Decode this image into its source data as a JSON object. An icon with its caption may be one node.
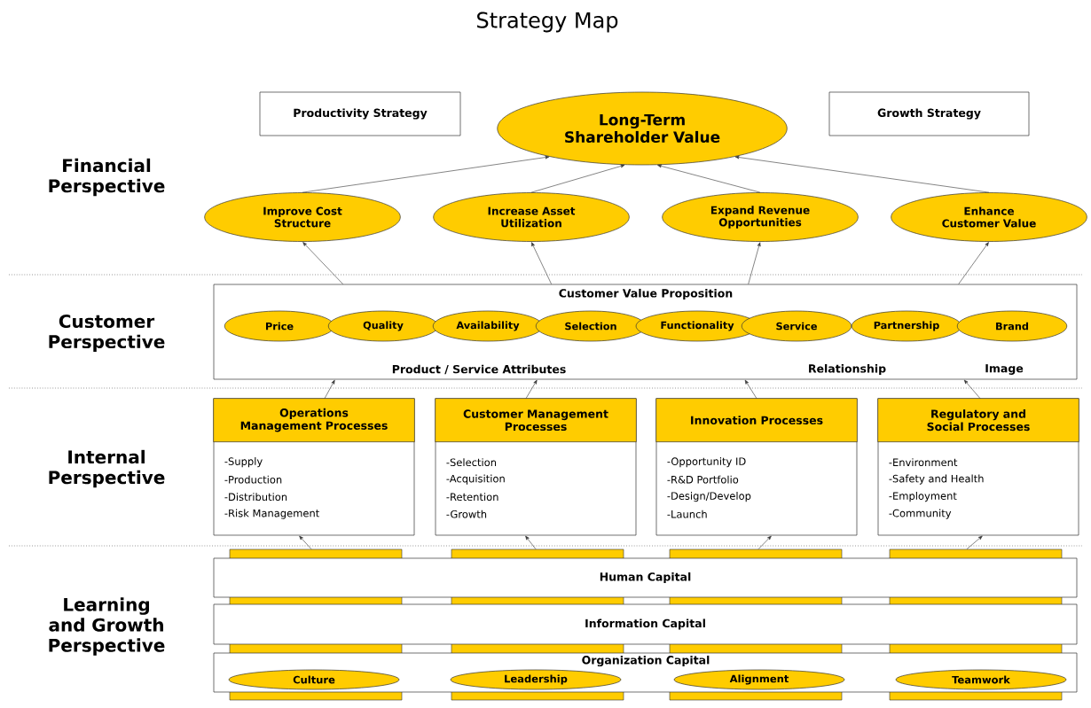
{
  "diagram": {
    "title": "Strategy Map",
    "nodes": [
      {
        "text": [
          "Productivity Strategy"
        ]
      },
      {
        "text": [
          "Long-Term Shareholder Value"
        ]
      },
      {
        "text": [
          "Growth Strategy"
        ]
      },
      {
        "text": [
          "Improve Cost Structure"
        ]
      },
      {
        "text": [
          "Increase Asset Utilization"
        ]
      },
      {
        "text": [
          "Expand Revenue Opportunities"
        ]
      },
      {
        "text": [
          "Enhance Customer Value"
        ]
      },
      {
        "text": [
          "Customer Value Proposition",
          "Product / Service Attributes",
          "Relationship",
          "Image"
        ]
      },
      {
        "text": [
          "Price"
        ],
        "in": 7
      },
      {
        "text": [
          "Quality"
        ],
        "in": 7
      },
      {
        "text": [
          "Availability"
        ],
        "in": 7
      },
      {
        "text": [
          "Selection"
        ],
        "in": 7
      },
      {
        "text": [
          "Functionality"
        ],
        "in": 7
      },
      {
        "text": [
          "Service"
        ],
        "in": 7
      },
      {
        "text": [
          "Partnership"
        ],
        "in": 7
      },
      {
        "text": [
          "Brand"
        ],
        "in": 7
      },
      {
        "text": [
          "Operations Management Processes",
          "-Supply",
          "-Production",
          "-Distribution",
          "-Risk Management"
        ]
      },
      {
        "text": [
          "Customer Management Processes",
          "-Selection",
          "-Acquisition",
          "-Retention",
          "-Growth"
        ]
      },
      {
        "text": [
          "Innovation Processes",
          "-Opportunity ID",
          "-R&D Portfolio",
          "-Design/Develop",
          "-Launch"
        ]
      },
      {
        "text": [
          "Regulatory and Social Processes",
          "-Environment",
          "-Safety and Health",
          "-Employment",
          "-Community"
        ]
      },
      {
        "text": [],
        "shape": "bar"
      },
      {
        "text": [],
        "shape": "bar"
      },
      {
        "text": [],
        "shape": "bar"
      },
      {
        "text": [],
        "shape": "bar"
      },
      {
        "text": [
          "Human Capital"
        ]
      },
      {
        "text": [
          "Information Capital"
        ]
      },
      {
        "text": [
          "Organization Capital"
        ]
      },
      {
        "text": [
          "Culture"
        ]
      },
      {
        "text": [
          "Leadership"
        ]
      },
      {
        "text": [
          "Alignment"
        ]
      },
      {
        "text": [
          "Teamwork"
        ]
      }
    ],
    "edges": [
      {
        "from": 3,
        "to": 1,
        "arrow": "to"
      },
      {
        "from": 4,
        "to": 1,
        "arrow": "to"
      },
      {
        "from": 5,
        "to": 1,
        "arrow": "to"
      },
      {
        "from": 6,
        "to": 1,
        "arrow": "to"
      },
      {
        "from": 7,
        "to": 3,
        "arrow": "to"
      },
      {
        "from": 7,
        "to": 4,
        "arrow": "to"
      },
      {
        "from": 7,
        "to": 5,
        "arrow": "to"
      },
      {
        "from": 7,
        "to": 6,
        "arrow": "to"
      },
      {
        "from": 16,
        "to": 7,
        "arrow": "to"
      },
      {
        "from": 17,
        "to": 7,
        "arrow": "to"
      },
      {
        "from": 18,
        "to": 7,
        "arrow": "to"
      },
      {
        "from": 19,
        "to": 7,
        "arrow": "to"
      },
      {
        "from": 20,
        "to": 16,
        "arrow": "to"
      },
      {
        "from": 21,
        "to": 17,
        "arrow": "to"
      },
      {
        "from": 22,
        "to": 18,
        "arrow": "to"
      },
      {
        "from": 23,
        "to": 19,
        "arrow": "to"
      }
    ],
    "labels": [
      "Financial Perspective",
      "Customer Perspective",
      "Internal Perspective",
      "Learning and Growth Perspective"
    ]
  }
}
